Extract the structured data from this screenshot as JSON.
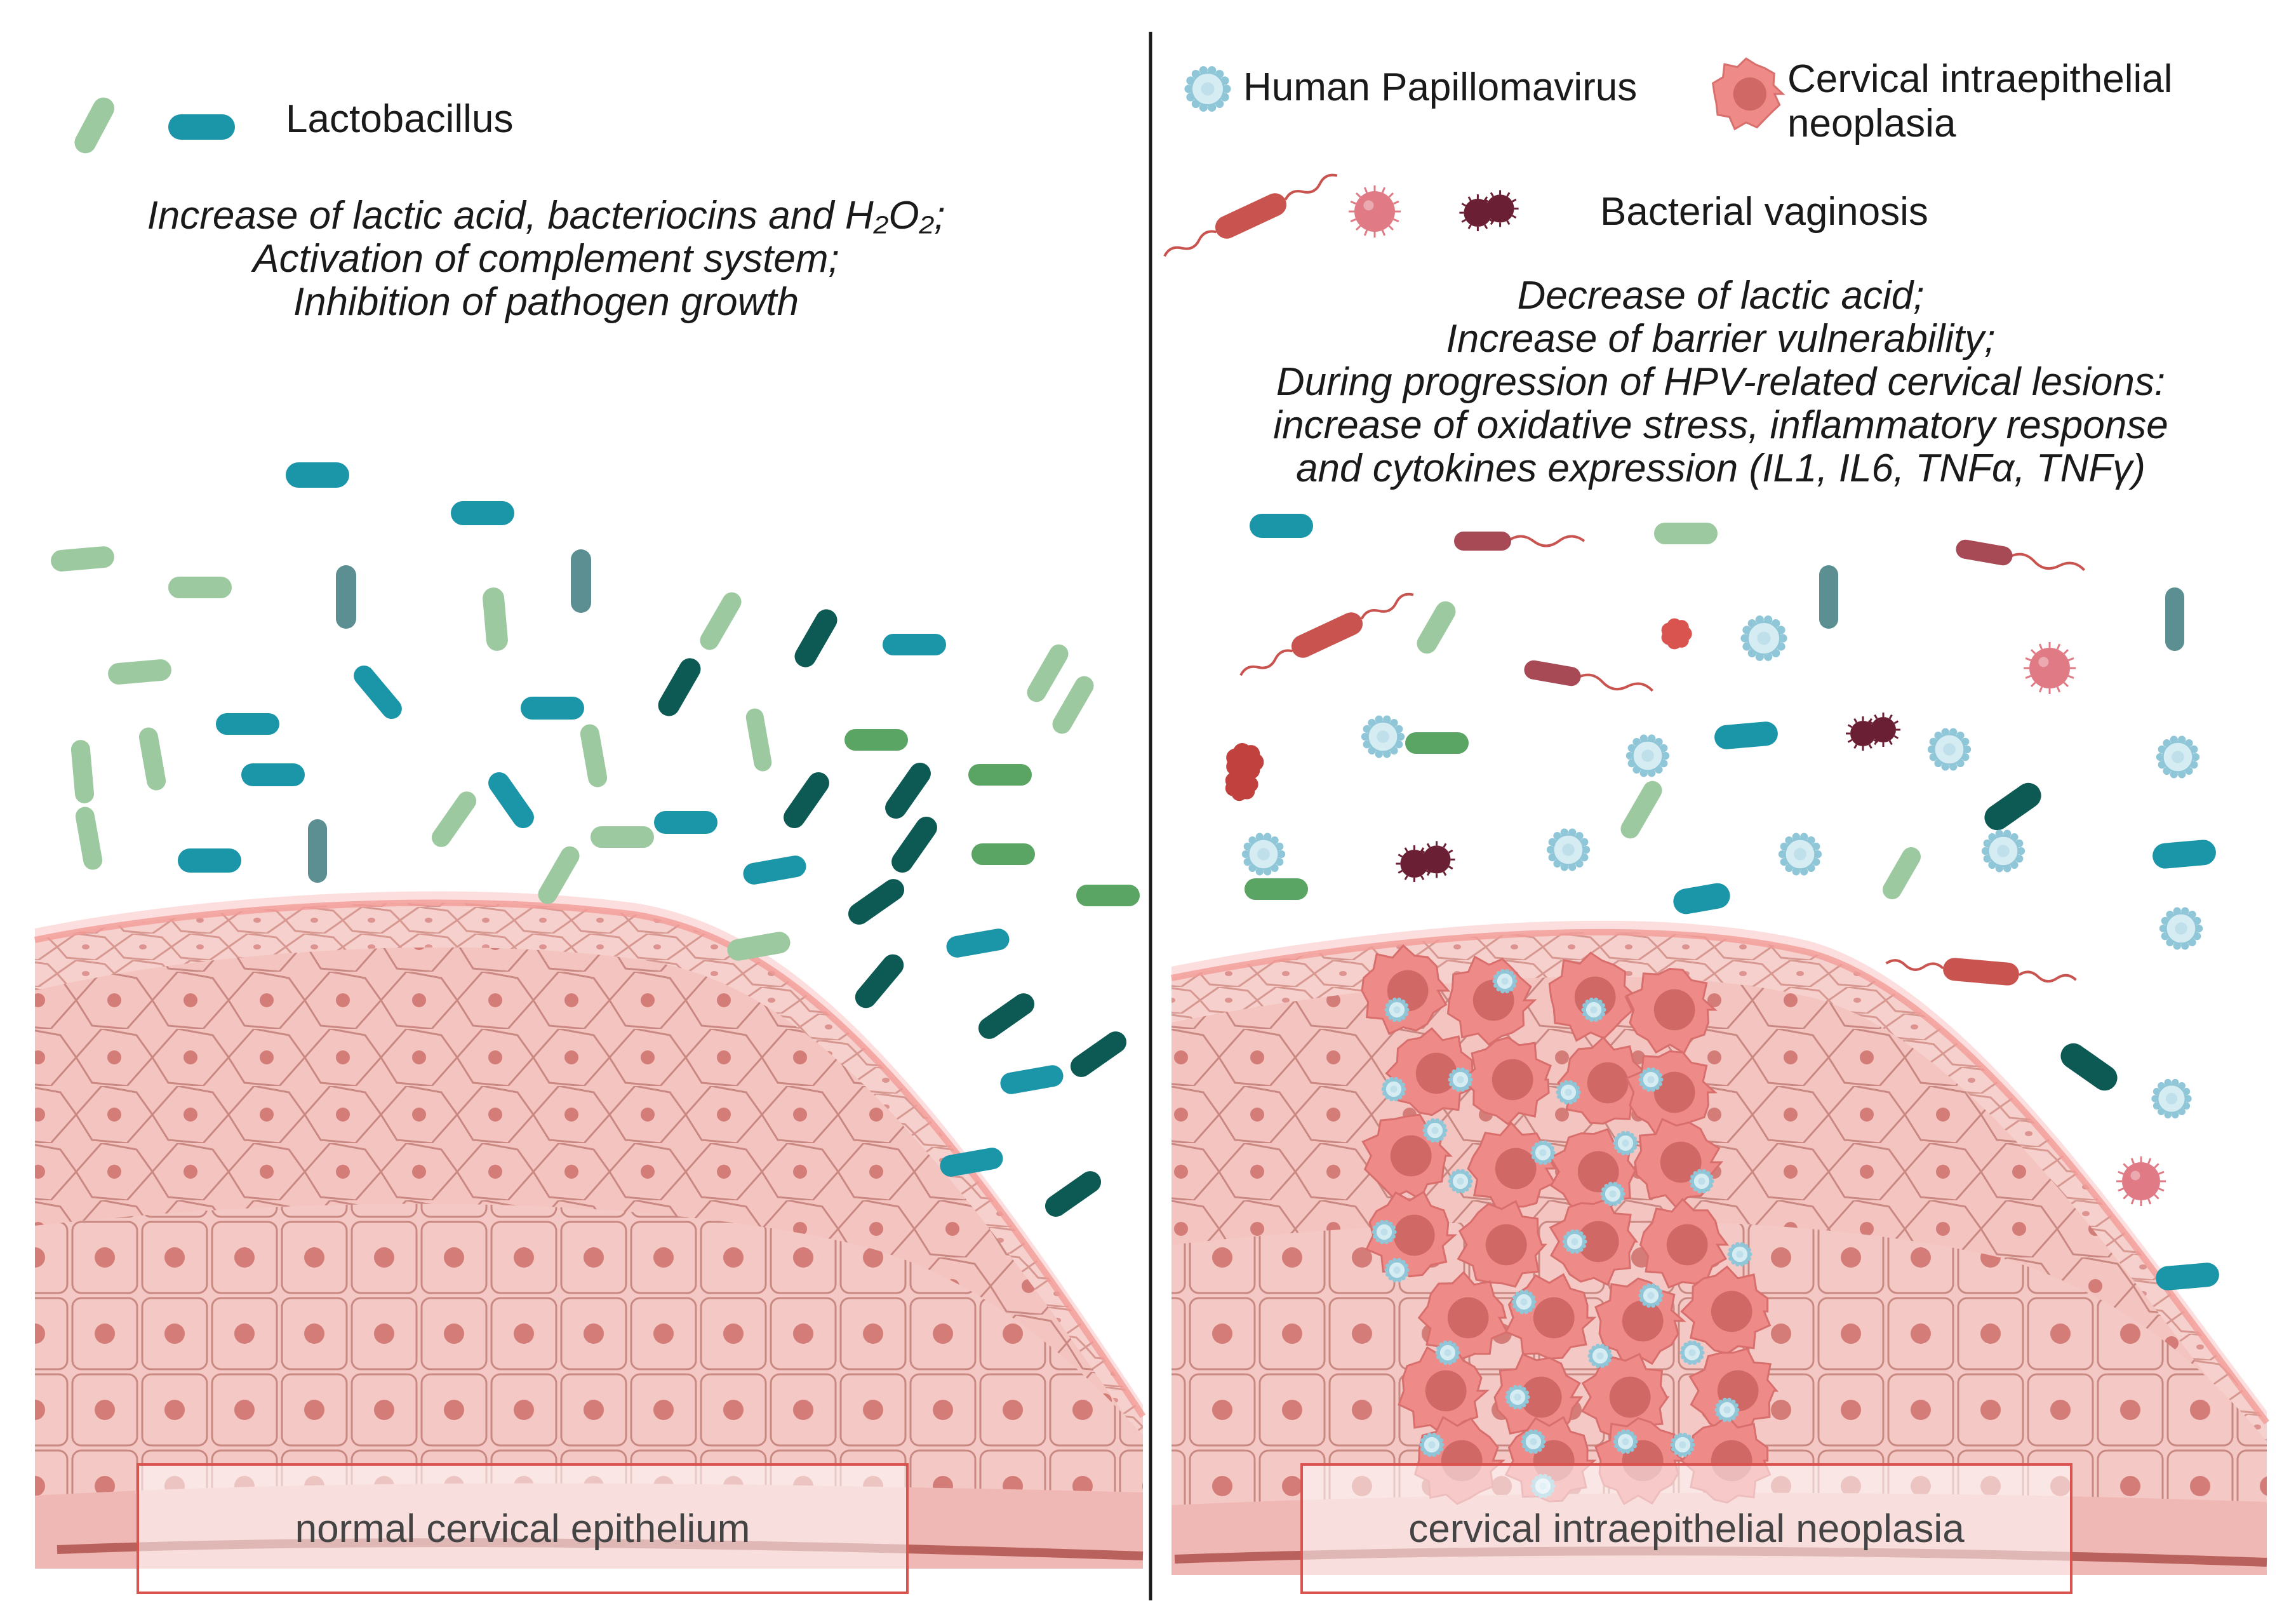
{
  "colors": {
    "lacto_light": "#9cc9a0",
    "lacto_teal": "#1b95a8",
    "lacto_dark": "#0d5a55",
    "lacto_green": "#5aa564",
    "lacto_grey": "#5b8f92",
    "epithelium": "#f4c4c0",
    "epithelium_line": "#c98882",
    "nucleus": "#d47c78",
    "hpv": "#8fc6d8",
    "cin": "#ee8a88",
    "bacteria_red": "#c9534f",
    "bacteria_dark": "#6b1f34",
    "label_border": "#d9534f"
  },
  "left_panel": {
    "legend": {
      "icon": "lactobacillus-rods-icon",
      "label": "Lactobacillus"
    },
    "effects": [
      "Increase of lactic acid, bacteriocins and H₂O₂;",
      "Activation of complement system;",
      "Inhibition of pathogen growth"
    ],
    "tissue_label": "normal cervical epithelium"
  },
  "right_panel": {
    "legend": {
      "hpv": {
        "icon": "hpv-virus-icon",
        "label": "Human Papillomavirus"
      },
      "cin": {
        "icon": "cin-cell-icon",
        "label_line1": "Cervical intraepithelial",
        "label_line2": "neoplasia"
      },
      "bv": {
        "icon": "bacterial-vaginosis-icon",
        "label": "Bacterial vaginosis"
      }
    },
    "effects": [
      "Decrease of lactic acid;",
      "Increase of barrier vulnerability;",
      "During  progression of HPV-related cervical lesions:",
      "increase of oxidative stress, inflammatory response",
      "and cytokines expression (IL1, IL6, TNFα, TNFγ)"
    ],
    "tissue_label": "cervical intraepithelial neoplasia"
  }
}
